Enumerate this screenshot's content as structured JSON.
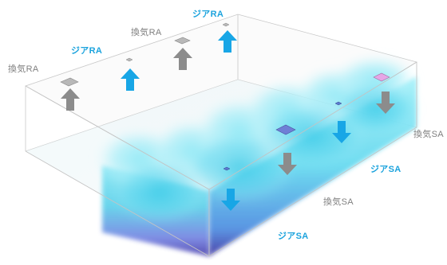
{
  "labels": {
    "jia_ra_1": "ジアRA",
    "jia_ra_2": "ジアRA",
    "kanki_ra_1": "換気RA",
    "kanki_ra_2": "換気RA",
    "kanki_sa_1": "換気SA",
    "kanki_sa_2": "換気SA",
    "jia_sa_1": "ジアSA",
    "jia_sa_2": "ジアSA"
  },
  "colors": {
    "jia_arrow": "#18a6e6",
    "kanki_arrow": "#8c8c8c",
    "jia_text": "#1ba3dd",
    "kanki_text": "#808080",
    "diffuser_gray": "#b8b8b8",
    "diffuser_blue": "#6f7fd6",
    "diffuser_pink": "#e6a6e6",
    "cloud_light": "#bff4fa",
    "cloud_mid": "#4fd6ee",
    "cloud_deep": "#3a3fb0"
  }
}
